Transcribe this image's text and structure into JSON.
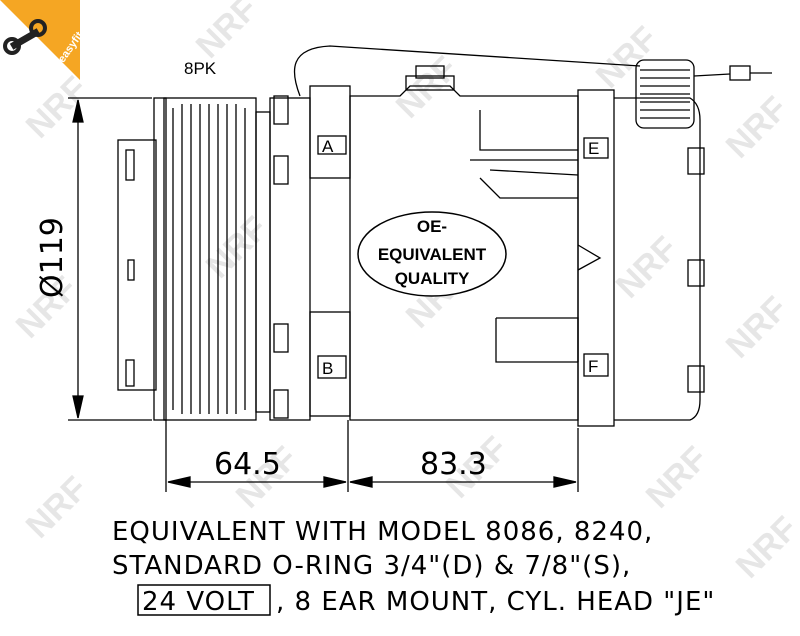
{
  "logo": {
    "brand_text": "easyfit"
  },
  "watermark": {
    "text": "NRF"
  },
  "drawing": {
    "belt_label": "8PK",
    "diameter_label": "Ø119",
    "dim_left": "64.5",
    "dim_right": "83.3",
    "port_labels": {
      "a": "A",
      "b": "B",
      "e": "E",
      "f": "F"
    },
    "quality_badge": {
      "line1": "OE-",
      "line2": "EQUIVALENT",
      "line3": "QUALITY"
    }
  },
  "notes": {
    "line1": "EQUIVALENT WITH MODEL 8086, 8240,",
    "line2": "STANDARD O-RING 3/4\"(D) & 7/8\"(S),",
    "voltage": "24 VOLT",
    "line3_rest": ", 8 EAR MOUNT, CYL. HEAD \"JE\""
  }
}
